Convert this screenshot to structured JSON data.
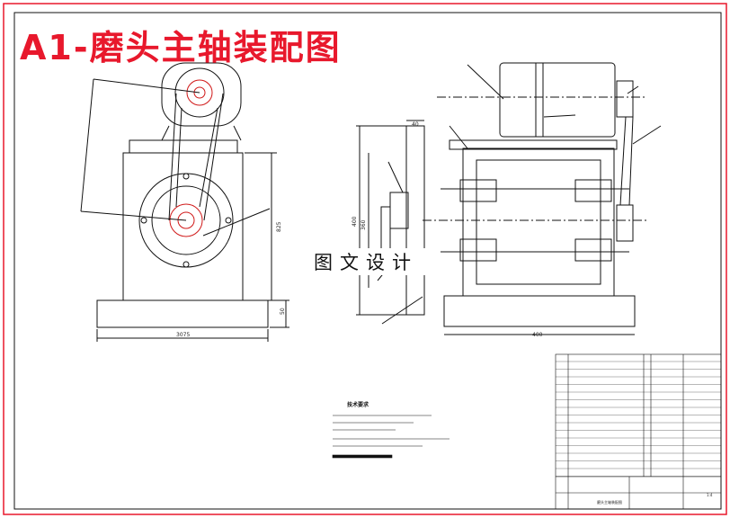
{
  "title": "A1-磨头主轴装配图",
  "watermark": "图文设计",
  "colors": {
    "title": "#e8182c",
    "line": "#111111",
    "pulley_red": "#d01818"
  },
  "dimensions": {
    "left_width": "3075",
    "left_height": "825",
    "left_base": "50",
    "sec_thick": "40",
    "sec_d1": "400",
    "sec_d2": "360",
    "right_width": "400"
  },
  "notes": {
    "heading": "技术要求"
  },
  "title_block": {
    "drawing_name": "磨头主轴装配图",
    "sheet": "1:4"
  }
}
